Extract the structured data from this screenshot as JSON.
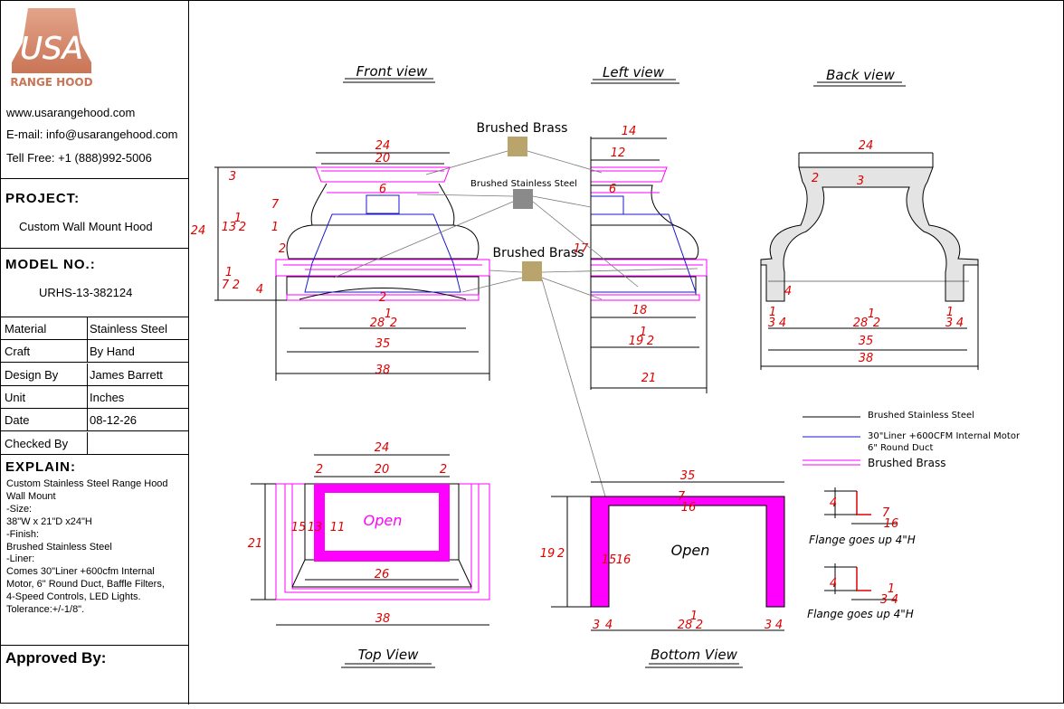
{
  "brand": {
    "logo_text": "USA",
    "logo_sub": "RANGE HOOD"
  },
  "contact": {
    "website": "www.usarangehood.com",
    "email": "E-mail: info@usarangehood.com",
    "phone": "Tell Free: +1 (888)992-5006"
  },
  "project": {
    "label": "PROJECT:",
    "value": "Custom Wall Mount Hood"
  },
  "model": {
    "label": "MODEL NO.:",
    "value": "URHS-13-382124"
  },
  "specs": [
    {
      "key": "Material",
      "value": "Stainless Steel"
    },
    {
      "key": "Craft",
      "value": "By Hand"
    },
    {
      "key": "Design By",
      "value": "James Barrett"
    },
    {
      "key": "Unit",
      "value": "Inches"
    },
    {
      "key": "Date",
      "value": "08-12-26"
    },
    {
      "key": "Checked By",
      "value": ""
    }
  ],
  "explain": {
    "label": "EXPLAIN:",
    "lines": [
      "Custom Stainless Steel Range Hood",
      "Wall Mount",
      "-Size:",
      "38\"W x 21\"D x24\"H",
      "-Finish:",
      "Brushed Stainless Steel",
      "-Liner:",
      "Comes 30\"Liner +600cfm Internal",
      "Motor, 6\" Round Duct, Baffle Filters,",
      "4-Speed Controls, LED Lights.",
      "Tolerance:+/-1/8\"."
    ]
  },
  "approved": {
    "label": "Approved By:"
  },
  "views": {
    "front": "Front view",
    "left": "Left view",
    "back": "Back view",
    "top": "Top View",
    "bottom": "Bottom View"
  },
  "callouts": {
    "brass_top": "Brushed Brass",
    "steel": "Brushed Stainless Steel",
    "brass_mid": "Brushed Brass"
  },
  "swatch_colors": {
    "brass": "#b9a56b",
    "steel": "#8a8a8a"
  },
  "legend": {
    "steel": "Brushed Stainless Steel",
    "liner_1": "30\"Liner +600CFM Internal Motor",
    "liner_2": "6\" Round Duct",
    "brass": "Brushed Brass"
  },
  "legend_colors": {
    "steel": "#000000",
    "liner": "#1a1acc",
    "brass": "#ff00ff"
  },
  "dimension_color": "#e00000",
  "open_labels": {
    "top": "Open",
    "bottom": "Open"
  },
  "flange_notes": {
    "upper": "Flange goes up 4\"H",
    "lower": "Flange goes up 4\"H"
  },
  "dims": {
    "front": {
      "w24": "24",
      "w20": "20",
      "h3": "3",
      "h7": "7",
      "h13": "13",
      "h1a": "1",
      "h2a": "2",
      "h1b": "1",
      "h24": "24",
      "h2b": "2",
      "h1c": "1",
      "h7b": "7",
      "h2c": "2",
      "h4": "4",
      "w6": "6",
      "w2": "2",
      "w28": "28",
      "w1": "1",
      "w2b": "2",
      "w35": "35",
      "w38": "38"
    },
    "left": {
      "w14": "14",
      "w12": "12",
      "w6": "6",
      "h17": "17",
      "w18": "18",
      "w19": "19",
      "w1": "1",
      "w2": "2",
      "w21": "21"
    },
    "back": {
      "w24": "24",
      "h2": "2",
      "h3": "3",
      "h4": "4",
      "l1": "1",
      "l3": "3",
      "l4": "4",
      "w28": "28",
      "w1": "1",
      "w2": "2",
      "r1": "1",
      "r3": "3",
      "r4": "4",
      "w35": "35",
      "w38": "38"
    },
    "top": {
      "w24": "24",
      "w2a": "2",
      "w20": "20",
      "w2b": "2",
      "h21": "21",
      "h15": "15",
      "h13": "13",
      "h11": "11",
      "w26": "26",
      "w38": "38"
    },
    "bottom": {
      "w35": "35",
      "t7": "7",
      "t16": "16",
      "h19": "19",
      "h2": "2",
      "s15": "15",
      "s16": "16",
      "b3a": "3",
      "b4a": "4",
      "b28": "28",
      "b1": "1",
      "b2": "2",
      "b3b": "3",
      "b4b": "4"
    },
    "flange": {
      "u4": "4",
      "u7": "7",
      "u16": "16",
      "l4": "4",
      "l3": "3",
      "l4b": "4",
      "l1": "1"
    }
  }
}
